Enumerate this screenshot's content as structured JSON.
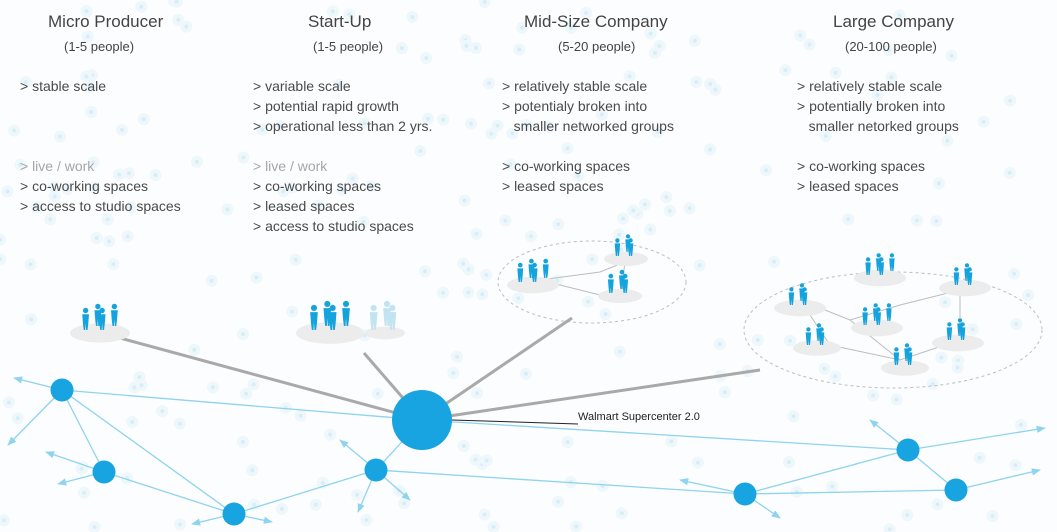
{
  "colors": {
    "node": "#18a4e0",
    "link": "#8fd3ee",
    "connector": "#a9a9a9",
    "people": "#15a3de",
    "people_faded": "#c2e3ef",
    "platform": "#ececec"
  },
  "hub_label": "Walmart Supercenter 2.0",
  "columns": [
    {
      "title": "Micro Producer",
      "size": "(1-5 people)",
      "attributes": [
        {
          "text": "> stable scale"
        },
        {
          "text": "> live / work",
          "muted": true,
          "gap": true
        },
        {
          "text": "> co-working spaces"
        },
        {
          "text": "> access to studio spaces"
        }
      ]
    },
    {
      "title": "Start-Up",
      "size": "(1-5 people)",
      "attributes": [
        {
          "text": "> variable scale"
        },
        {
          "text": "> potential rapid growth"
        },
        {
          "text": "> operational less than 2 yrs."
        },
        {
          "text": "> live / work",
          "muted": true
        },
        {
          "text": "> co-working spaces"
        },
        {
          "text": "> leased spaces"
        },
        {
          "text": "> access to studio spaces"
        }
      ]
    },
    {
      "title": "Mid-Size Company",
      "size": "(5-20 people)",
      "attributes": [
        {
          "text": "> relatively stable scale"
        },
        {
          "text": "> potentialy broken into"
        },
        {
          "text": "   smaller networked groups"
        },
        {
          "text": "> co-working spaces",
          "gap": true
        },
        {
          "text": "> leased spaces"
        }
      ]
    },
    {
      "title": "Large Company",
      "size": "(20-100 people)",
      "attributes": [
        {
          "text": "> relatively stable scale"
        },
        {
          "text": "> potentially broken into"
        },
        {
          "text": "   smaller netorked groups"
        },
        {
          "text": "> co-working spaces",
          "gap": true
        },
        {
          "text": "> leased spaces"
        }
      ]
    }
  ]
}
